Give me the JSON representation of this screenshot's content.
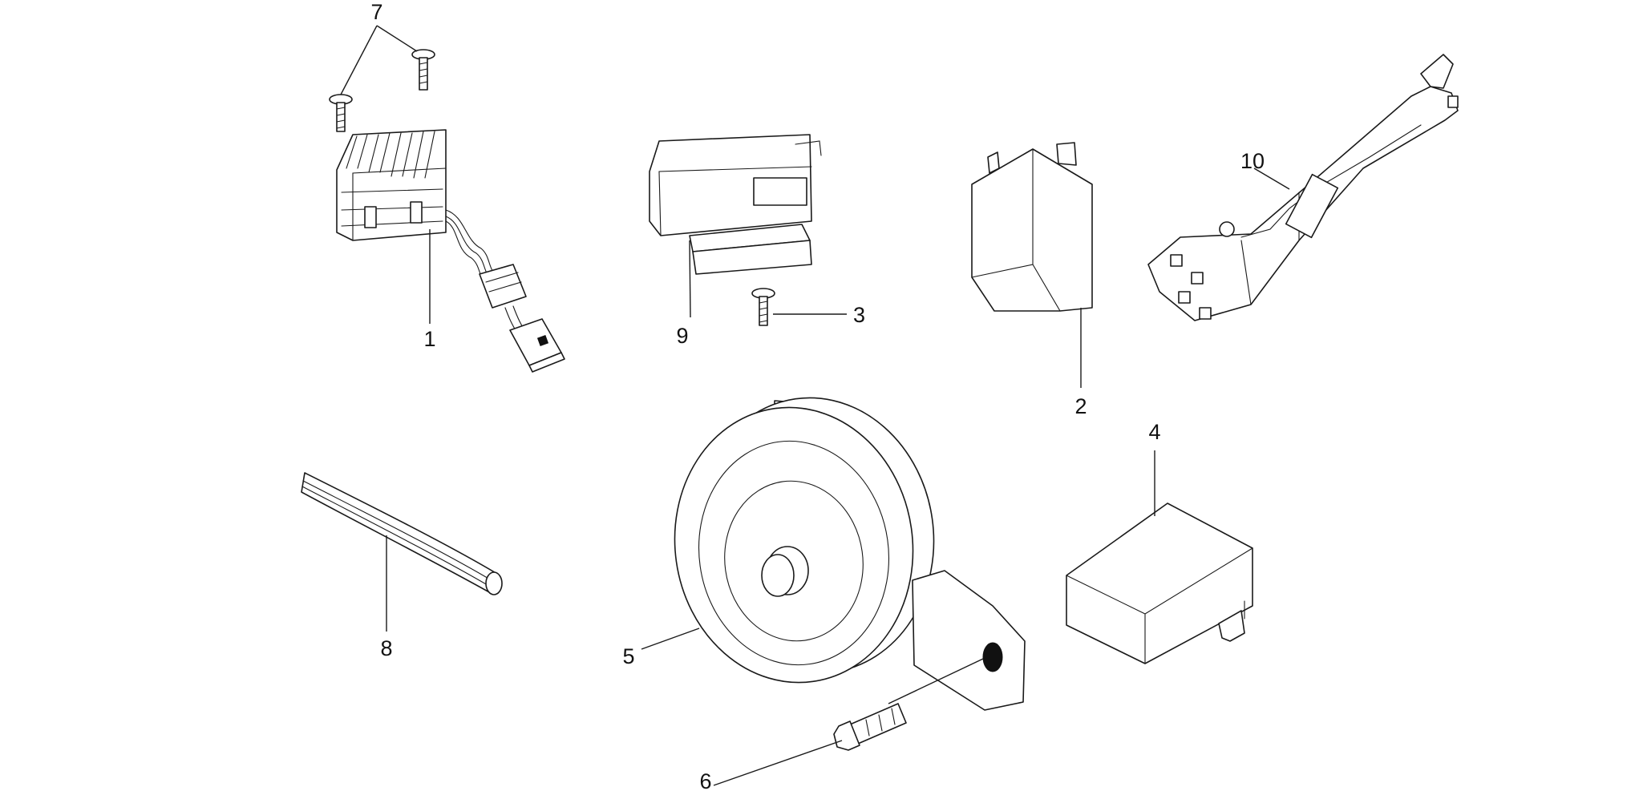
{
  "diagram": {
    "callouts": [
      {
        "id": "1",
        "label": "1"
      },
      {
        "id": "2",
        "label": "2"
      },
      {
        "id": "3",
        "label": "3"
      },
      {
        "id": "4",
        "label": "4"
      },
      {
        "id": "5",
        "label": "5"
      },
      {
        "id": "6",
        "label": "6"
      },
      {
        "id": "7",
        "label": "7"
      },
      {
        "id": "8",
        "label": "8"
      },
      {
        "id": "9",
        "label": "9"
      },
      {
        "id": "10",
        "label": "10"
      }
    ],
    "colors": {
      "line": "#1a1a1a",
      "background": "#ffffff"
    }
  }
}
